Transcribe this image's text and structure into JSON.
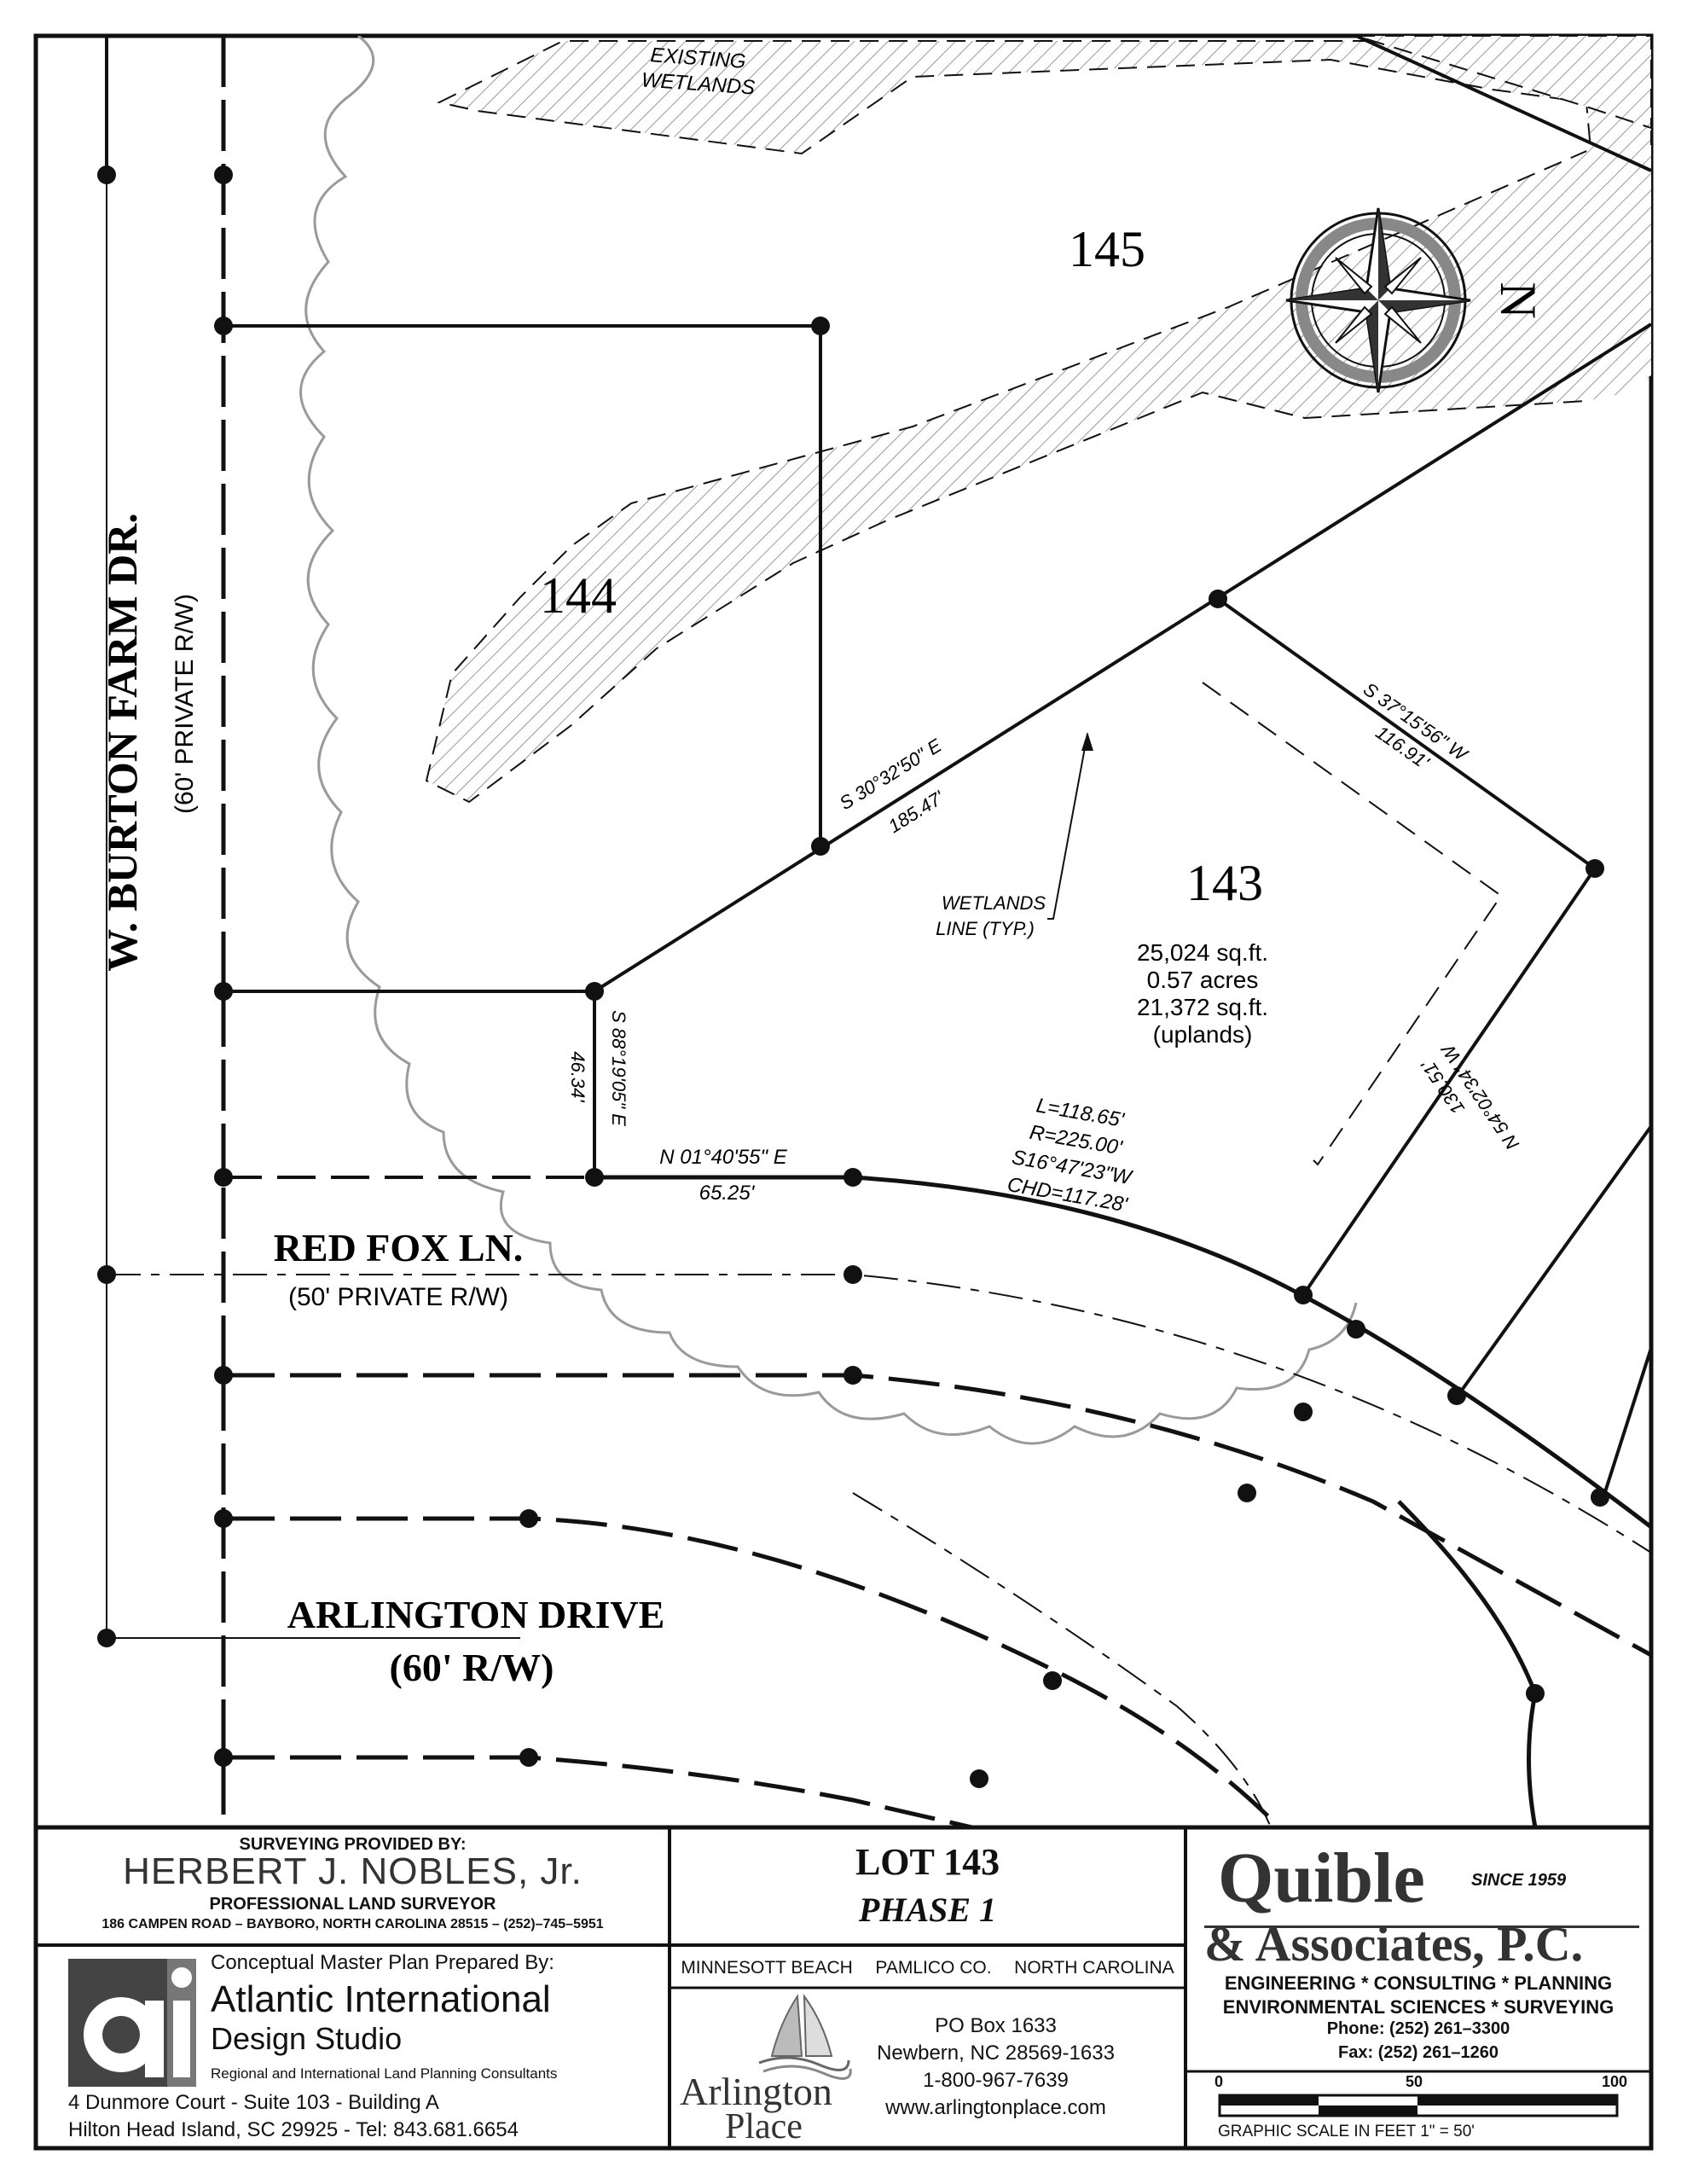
{
  "plat": {
    "existing_wetlands_line1": "EXISTING",
    "existing_wetlands_line2": "WETLANDS",
    "lot_145": "145",
    "lot_144": "144",
    "lot_143": "143",
    "north_label": "N",
    "street_burton_name": "W. BURTON FARM DR.",
    "street_burton_rw": "(60' PRIVATE R/W)",
    "street_redfox_name": "RED FOX LN.",
    "street_redfox_rw": "(50' PRIVATE R/W)",
    "street_arlington_name": "ARLINGTON DRIVE",
    "street_arlington_rw": "(60' R/W)",
    "bearing_nw_line": "S 30°32'50\" E",
    "dist_nw_line": "185.47'",
    "bearing_ne_line": "S 37°15'56\" W",
    "dist_ne_line": "116.91'",
    "bearing_se_line": "N 54°02'34\" W",
    "dist_se_line": "130.51'",
    "bearing_sw_line": "S 88°19'05\" E",
    "dist_sw_line": "46.34'",
    "bearing_front": "N 01°40'55\" E",
    "dist_front": "65.25'",
    "curve_l": "L=118.65'",
    "curve_r": "R=225.00'",
    "curve_bearing": "S16°47'23\"W",
    "curve_chd": "CHD=117.28'",
    "wetlands_note_line1": "WETLANDS",
    "wetlands_note_line2": "LINE (TYP.)",
    "area_sqft": "25,024 sq.ft.",
    "area_acres": "0.57 acres",
    "uplands_sqft": "21,372 sq.ft.",
    "uplands_label": "(uplands)"
  },
  "title_block": {
    "surveyor": {
      "heading": "SURVEYING PROVIDED BY:",
      "name": "HERBERT J. NOBLES, Jr.",
      "title": "PROFESSIONAL LAND SURVEYOR",
      "address": "186 CAMPEN ROAD – BAYBORO, NORTH CAROLINA 28515 – (252)–745–5951"
    },
    "planner": {
      "heading": "Conceptual Master Plan Prepared By:",
      "name_line1": "Atlantic International",
      "name_line2": "Design Studio",
      "tagline": "Regional and International Land Planning Consultants",
      "address_line1": "4 Dunmore Court - Suite 103 - Building A",
      "address_line2": "Hilton Head Island, SC  29925 - Tel:  843.681.6654"
    },
    "lot": {
      "title": "LOT 143",
      "phase": "PHASE 1",
      "location_town": "MINNESOTT BEACH",
      "location_county": "PAMLICO CO.",
      "location_state": "NORTH CAROLINA"
    },
    "developer": {
      "logo_line1": "Arlington",
      "logo_line2": "Place",
      "po_box": "PO Box 1633",
      "city": "Newbern, NC 28569-1633",
      "phone": "1-800-967-7639",
      "website": "www.arlingtonplace.com"
    },
    "engineer": {
      "name_line1": "Quible",
      "since": "SINCE 1959",
      "name_line2": "& Associates, P.C.",
      "services_line1": "ENGINEERING * CONSULTING * PLANNING",
      "services_line2": "ENVIRONMENTAL SCIENCES * SURVEYING",
      "phone": "Phone: (252) 261–3300",
      "fax": "Fax: (252) 261–1260"
    },
    "scale": {
      "tick_0": "0",
      "tick_50": "50",
      "tick_100": "100",
      "caption": "GRAPHIC SCALE IN FEET 1\" = 50'"
    }
  }
}
